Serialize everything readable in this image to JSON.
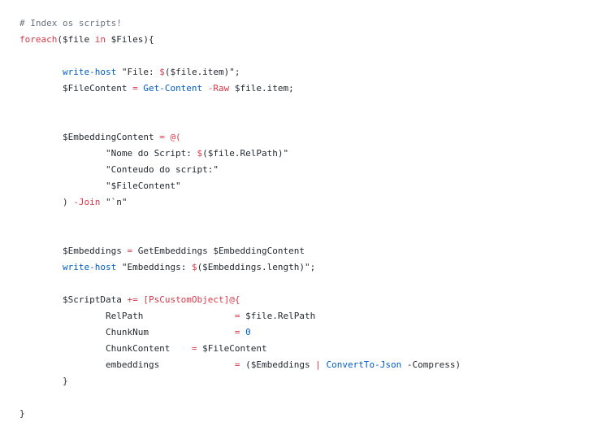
{
  "code": {
    "lines": [
      [
        {
          "t": "# Index os scripts!",
          "c": "comment"
        }
      ],
      [
        {
          "t": "foreach",
          "c": "keyword"
        },
        {
          "t": "($file ",
          "c": "plain"
        },
        {
          "t": "in",
          "c": "keyword"
        },
        {
          "t": " $Files){",
          "c": "plain"
        }
      ],
      [],
      [
        {
          "t": "        ",
          "c": "plain"
        },
        {
          "t": "write-host",
          "c": "cmdlet"
        },
        {
          "t": " \"File: ",
          "c": "string"
        },
        {
          "t": "$",
          "c": "interp"
        },
        {
          "t": "($file.item)\";",
          "c": "string"
        }
      ],
      [
        {
          "t": "        $FileContent ",
          "c": "plain"
        },
        {
          "t": "=",
          "c": "op"
        },
        {
          "t": " ",
          "c": "plain"
        },
        {
          "t": "Get-Content",
          "c": "cmdlet"
        },
        {
          "t": " ",
          "c": "plain"
        },
        {
          "t": "-Raw",
          "c": "op"
        },
        {
          "t": " $file.item;",
          "c": "plain"
        }
      ],
      [],
      [],
      [
        {
          "t": "        $EmbeddingContent ",
          "c": "plain"
        },
        {
          "t": "=",
          "c": "op"
        },
        {
          "t": " ",
          "c": "plain"
        },
        {
          "t": "@(",
          "c": "op"
        }
      ],
      [
        {
          "t": "                \"Nome do Script: ",
          "c": "string"
        },
        {
          "t": "$",
          "c": "interp"
        },
        {
          "t": "($file.RelPath)\"",
          "c": "string"
        }
      ],
      [
        {
          "t": "                \"Conteudo do script:\"",
          "c": "string"
        }
      ],
      [
        {
          "t": "                \"$FileContent\"",
          "c": "string"
        }
      ],
      [
        {
          "t": "        ) ",
          "c": "plain"
        },
        {
          "t": "-Join",
          "c": "op"
        },
        {
          "t": " \"`n\"",
          "c": "string"
        }
      ],
      [],
      [],
      [
        {
          "t": "        $Embeddings ",
          "c": "plain"
        },
        {
          "t": "=",
          "c": "op"
        },
        {
          "t": " GetEmbeddings $EmbeddingContent",
          "c": "plain"
        }
      ],
      [
        {
          "t": "        ",
          "c": "plain"
        },
        {
          "t": "write-host",
          "c": "cmdlet"
        },
        {
          "t": " \"Embeddings: ",
          "c": "string"
        },
        {
          "t": "$",
          "c": "interp"
        },
        {
          "t": "($Embeddings.length)\";",
          "c": "string"
        }
      ],
      [],
      [
        {
          "t": "        $ScriptData ",
          "c": "plain"
        },
        {
          "t": "+=",
          "c": "op"
        },
        {
          "t": " ",
          "c": "plain"
        },
        {
          "t": "[PsCustomObject]",
          "c": "type"
        },
        {
          "t": "@{",
          "c": "op"
        }
      ],
      [
        {
          "t": "                RelPath                 ",
          "c": "plain"
        },
        {
          "t": "=",
          "c": "op"
        },
        {
          "t": " $file.RelPath",
          "c": "plain"
        }
      ],
      [
        {
          "t": "                ChunkNum                ",
          "c": "plain"
        },
        {
          "t": "=",
          "c": "op"
        },
        {
          "t": " ",
          "c": "plain"
        },
        {
          "t": "0",
          "c": "number"
        }
      ],
      [
        {
          "t": "                ChunkContent    ",
          "c": "plain"
        },
        {
          "t": "=",
          "c": "op"
        },
        {
          "t": " $FileContent",
          "c": "plain"
        }
      ],
      [
        {
          "t": "                embeddings              ",
          "c": "plain"
        },
        {
          "t": "=",
          "c": "op"
        },
        {
          "t": " ($Embeddings ",
          "c": "plain"
        },
        {
          "t": "|",
          "c": "op"
        },
        {
          "t": " ",
          "c": "plain"
        },
        {
          "t": "ConvertTo-Json",
          "c": "cmdlet"
        },
        {
          "t": " -Compress)",
          "c": "plain"
        }
      ],
      [
        {
          "t": "        }",
          "c": "plain"
        }
      ],
      [],
      [
        {
          "t": "}",
          "c": "plain"
        }
      ]
    ]
  }
}
